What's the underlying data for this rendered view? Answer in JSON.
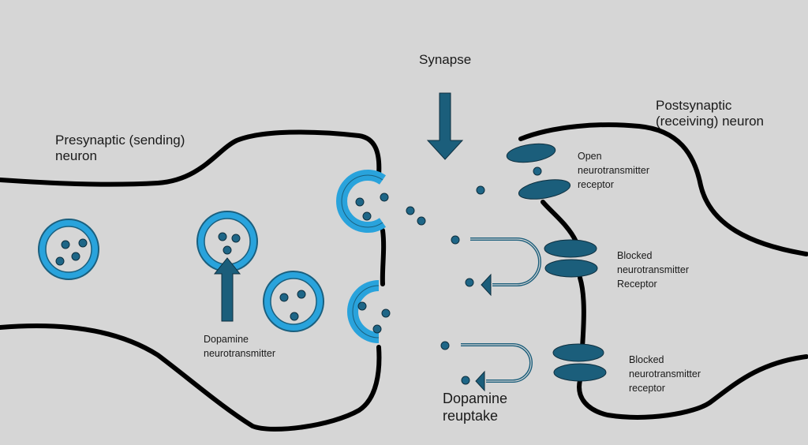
{
  "colors": {
    "background": "#d6d6d6",
    "membrane": "#000000",
    "vesicle": "#29a3dc",
    "vesicle_stroke": "#1a5f7e",
    "dark_blue": "#1b5e7b",
    "dot": "#1e6687"
  },
  "labels": {
    "synapse": "Synapse",
    "presynaptic_line1": "Presynaptic (sending)",
    "presynaptic_line2": "neuron",
    "postsynaptic_line1": "Postsynaptic",
    "postsynaptic_line2": "(receiving) neuron",
    "open_receptor_line1": "Open",
    "open_receptor_line2": "neurotransmitter",
    "open_receptor_line3": "receptor",
    "blocked1_line1": "Blocked",
    "blocked1_line2": "neurotransmitter",
    "blocked1_line3": "Receptor",
    "blocked2_line1": "Blocked",
    "blocked2_line2": "neurotransmitter",
    "blocked2_line3": "receptor",
    "dopamine_line1": "Dopamine",
    "dopamine_line2": "neurotransmitter",
    "reuptake_line1": "Dopamine",
    "reuptake_line2": "reuptake"
  }
}
